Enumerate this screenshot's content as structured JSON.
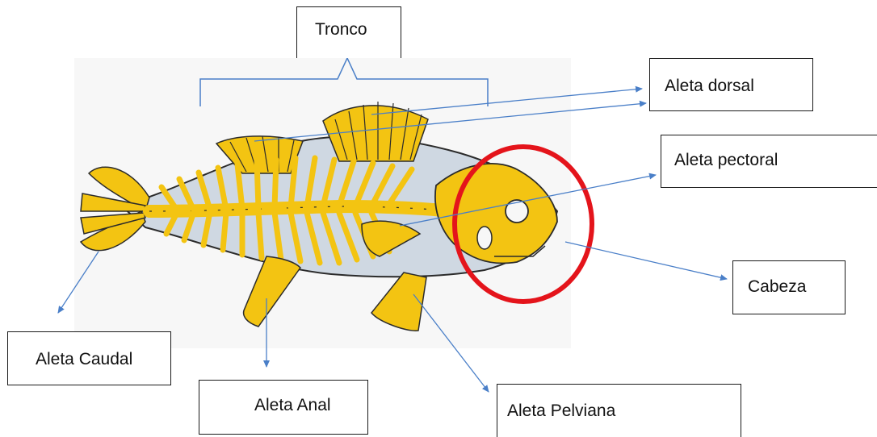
{
  "labels": {
    "tronco": "Tronco",
    "aleta_dorsal": "Aleta dorsal",
    "aleta_pectoral": "Aleta pectoral",
    "cabeza": "Cabeza",
    "aleta_caudal": "Aleta Caudal",
    "aleta_anal": "Aleta Anal",
    "aleta_pelviana": "Aleta Pelviana"
  },
  "colors": {
    "arrow": "#4a7fc8",
    "bone": "#f3c412",
    "bone_outline": "#2b2b2b",
    "body": "#cfd8e2",
    "highlight_circle": "#e4141b",
    "box_border": "#1a1a1a"
  },
  "icons": [
    "fish-skeleton-illustration"
  ]
}
